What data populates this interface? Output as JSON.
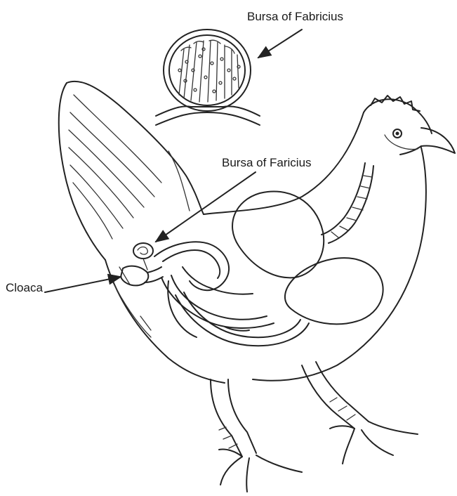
{
  "labels": {
    "bursa_enlarged": "Bursa of Fabricius",
    "bursa_in_body": "Bursa of Faricius",
    "cloaca": "Cloaca"
  },
  "colors": {
    "ink": "#222222",
    "background": "#ffffff"
  }
}
